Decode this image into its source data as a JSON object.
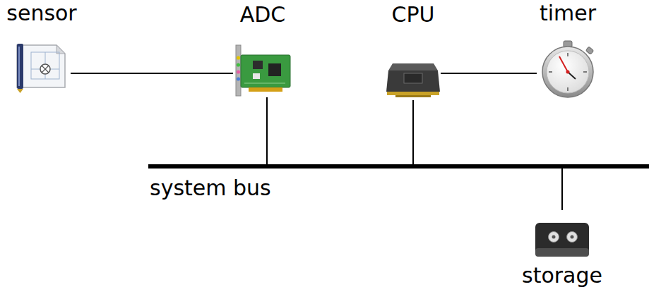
{
  "diagram": {
    "nodes": [
      {
        "text": [
          "sensor"
        ]
      },
      {
        "text": [
          "ADC"
        ]
      },
      {
        "text": [
          "CPU"
        ]
      },
      {
        "text": [
          "timer"
        ]
      },
      {
        "text": [
          "system bus"
        ]
      },
      {
        "text": [
          "storage"
        ]
      }
    ],
    "edges": [
      {
        "from": 0,
        "to": 1,
        "arrow": "none"
      },
      {
        "from": 2,
        "to": 3,
        "arrow": "none"
      },
      {
        "from": 1,
        "to": 4,
        "arrow": "none"
      },
      {
        "from": 2,
        "to": 4,
        "arrow": "none"
      },
      {
        "from": 4,
        "to": 5,
        "arrow": "none"
      }
    ]
  }
}
